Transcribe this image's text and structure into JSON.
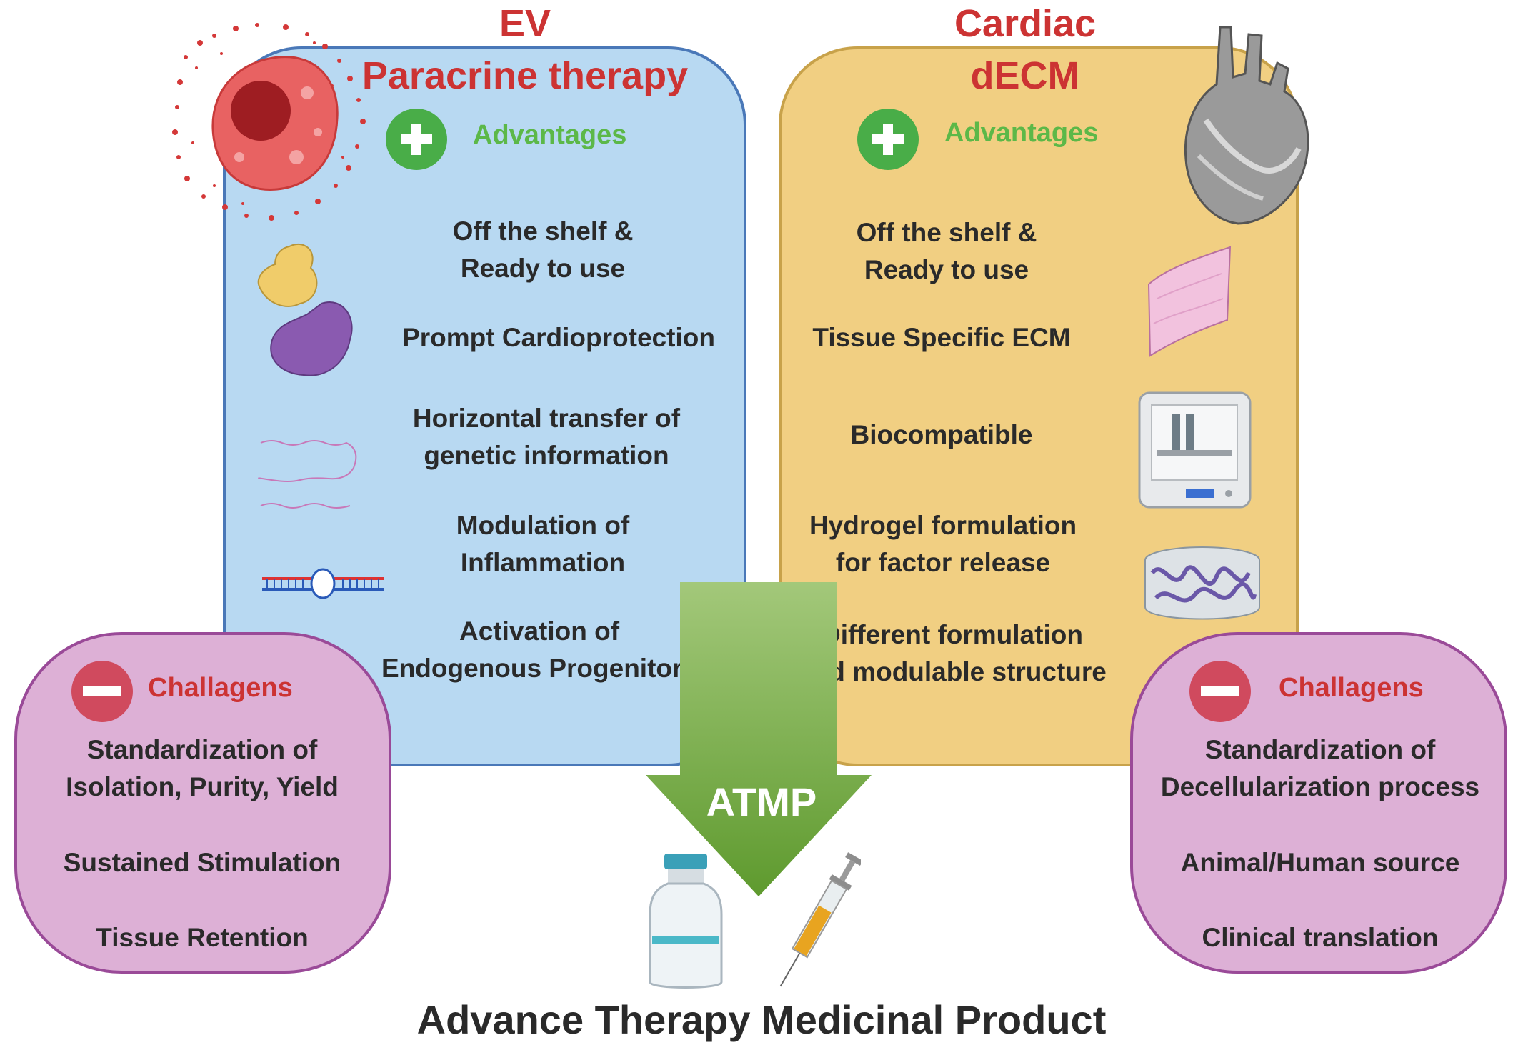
{
  "ev": {
    "title_line1": "EV",
    "title_line2": "Paracrine therapy",
    "advantages_label": "Advantages",
    "items": [
      [
        "Off the shelf &",
        "Ready to use"
      ],
      [
        "Prompt Cardioprotection"
      ],
      [
        "Horizontal transfer of",
        "genetic information"
      ],
      [
        "Modulation of",
        "Inflammation"
      ],
      [
        "Activation of",
        "Endogenous Progenitors"
      ]
    ],
    "challenges_label": "Challagens",
    "challenges": [
      [
        "Standardization of",
        "Isolation, Purity, Yield"
      ],
      [
        "Sustained Stimulation"
      ],
      [
        "Tissue Retention"
      ]
    ]
  },
  "ecm": {
    "title_line1": "Cardiac",
    "title_line2": "dECM",
    "advantages_label": "Advantages",
    "items": [
      [
        "Off the shelf &",
        "Ready to use"
      ],
      [
        "Tissue Specific ECM"
      ],
      [
        "Biocompatible"
      ],
      [
        "Hydrogel formulation",
        "for factor release"
      ],
      [
        "Different formulation",
        "and modulable structure"
      ]
    ],
    "challenges_label": "Challagens",
    "challenges": [
      [
        "Standardization of",
        "Decellularization process"
      ],
      [
        "Animal/Human source"
      ],
      [
        "Clinical translation"
      ]
    ]
  },
  "arrow_label": "ATMP",
  "footer": "Advance Therapy Medicinal Product",
  "icons": {
    "plus": "plus-circle-icon",
    "minus": "minus-circle-icon",
    "ev_cell": "extracellular-vesicle-cell-icon",
    "heart": "heart-icon",
    "proteins": "protein-icon",
    "rna": "rna-strand-icon",
    "dna": "dna-icon",
    "tissue": "tissue-patch-icon",
    "printer": "bioprinter-icon",
    "hydrogel": "hydrogel-icon",
    "vial": "vial-icon",
    "syringe": "syringe-icon"
  },
  "colors": {
    "title_red": "#cc3333",
    "advantage_green": "#5cb848",
    "ev_panel": "#b8d9f2",
    "ecm_panel": "#f1cf82",
    "challenge_panel": "#ddb0d6",
    "arrow_top": "#a3c87a",
    "arrow_bottom": "#5e9a2e"
  }
}
